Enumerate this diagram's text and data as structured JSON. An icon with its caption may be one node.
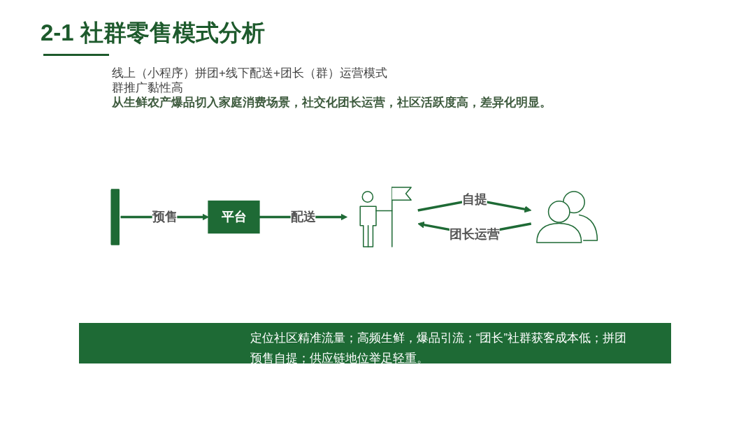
{
  "diagram": {
    "title": "2-1 社群零售模式分析",
    "nodes": [
      {
        "text": [],
        "shape": "bar"
      },
      {
        "text": [
          "平台"
        ]
      },
      {
        "text": [],
        "shape": "person"
      },
      {
        "text": [],
        "shape": "person"
      }
    ],
    "edges": [
      {
        "from": 0,
        "to": 1,
        "arrow": "to",
        "label": "预售"
      },
      {
        "from": 1,
        "to": 2,
        "arrow": "to",
        "label": "配送"
      },
      {
        "from": 2,
        "to": 3,
        "arrow": "to",
        "label": "自提"
      },
      {
        "from": 3,
        "to": 2,
        "arrow": "to",
        "label": "团长运营"
      }
    ],
    "labels": [
      "线上（小程序）拼团+线下配送+团长（群）运营模式",
      "群推广黏性高",
      "从生鲜农产爆品切入家庭消费场景，社交化团长运营，社区活跃度高，差异化明显。",
      "定位社区精准流量；高频生鲜，爆品引流；“团长”社群获客成本低；拼团预售自提；供应链地位举足轻重。"
    ]
  }
}
